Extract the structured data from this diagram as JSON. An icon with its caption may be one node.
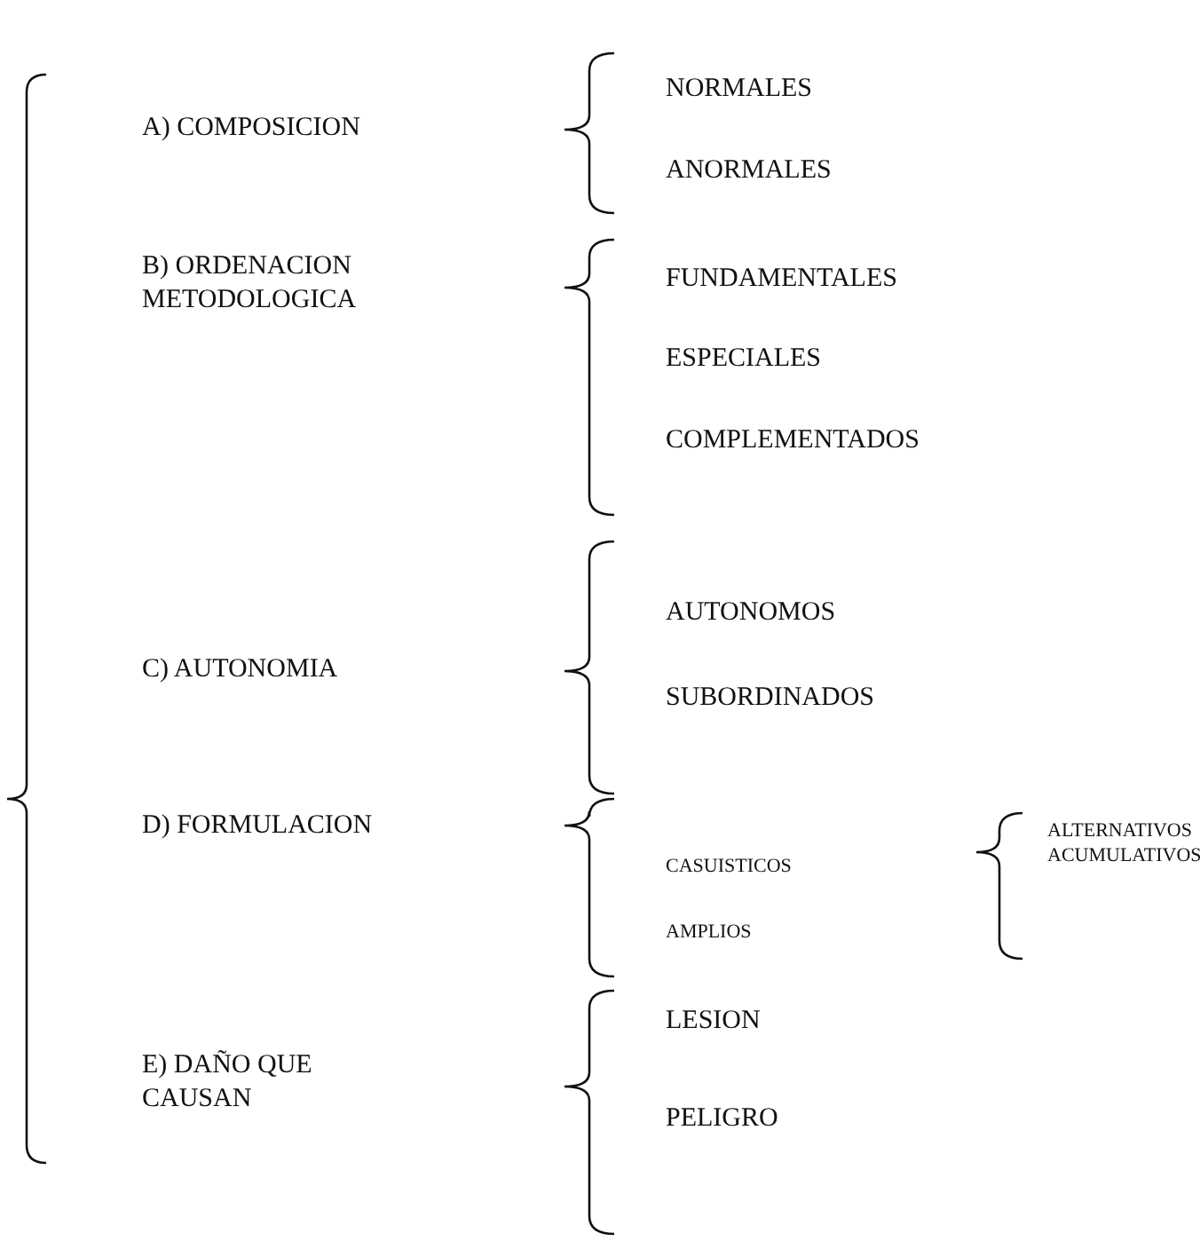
{
  "diagram": {
    "nodes": [
      {
        "text": [
          "A) COMPOSICION"
        ]
      },
      {
        "text": [
          "NORMALES"
        ]
      },
      {
        "text": [
          "ANORMALES"
        ]
      },
      {
        "text": [
          "B) ORDENACION METODOLOGICA"
        ]
      },
      {
        "text": [
          "FUNDAMENTALES"
        ]
      },
      {
        "text": [
          "ESPECIALES"
        ]
      },
      {
        "text": [
          "COMPLEMENTADOS"
        ]
      },
      {
        "text": [
          "C) AUTONOMIA"
        ]
      },
      {
        "text": [
          "AUTONOMOS"
        ]
      },
      {
        "text": [
          "SUBORDINADOS"
        ]
      },
      {
        "text": [
          "D) FORMULACION"
        ]
      },
      {
        "text": [
          "CASUISTICOS"
        ]
      },
      {
        "text": [
          "AMPLIOS"
        ]
      },
      {
        "text": [
          "ALTERNATIVOS"
        ]
      },
      {
        "text": [
          "ACUMULATIVOS"
        ]
      },
      {
        "text": [
          "E) DAÑO QUE CAUSAN"
        ]
      },
      {
        "text": [
          "LESION"
        ]
      },
      {
        "text": [
          "PELIGRO"
        ]
      }
    ]
  }
}
